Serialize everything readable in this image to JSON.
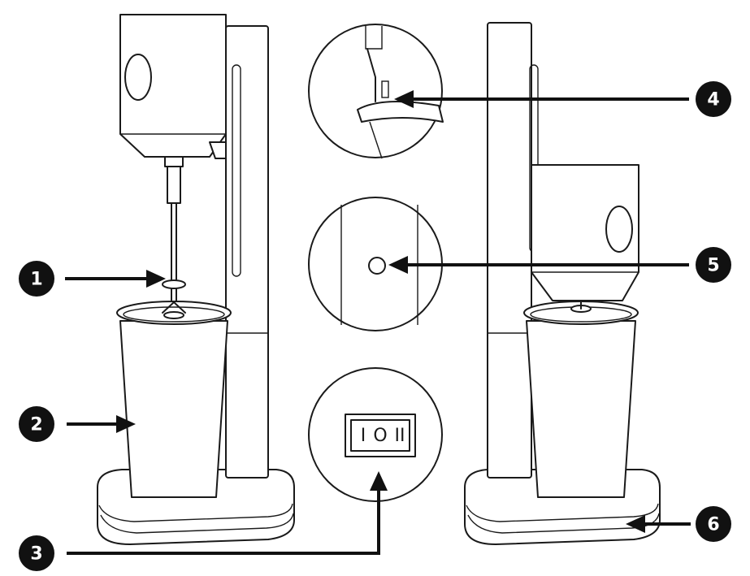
{
  "callouts": [
    {
      "number": "1"
    },
    {
      "number": "2"
    },
    {
      "number": "3"
    },
    {
      "number": "4"
    },
    {
      "number": "5"
    },
    {
      "number": "6"
    }
  ],
  "switch_panel": {
    "off_symbol": "I",
    "mid_symbol": "O",
    "on_symbol": "II"
  },
  "colors": {
    "line": "#1a1a1a",
    "badge": "#111111",
    "background": "#ffffff"
  }
}
